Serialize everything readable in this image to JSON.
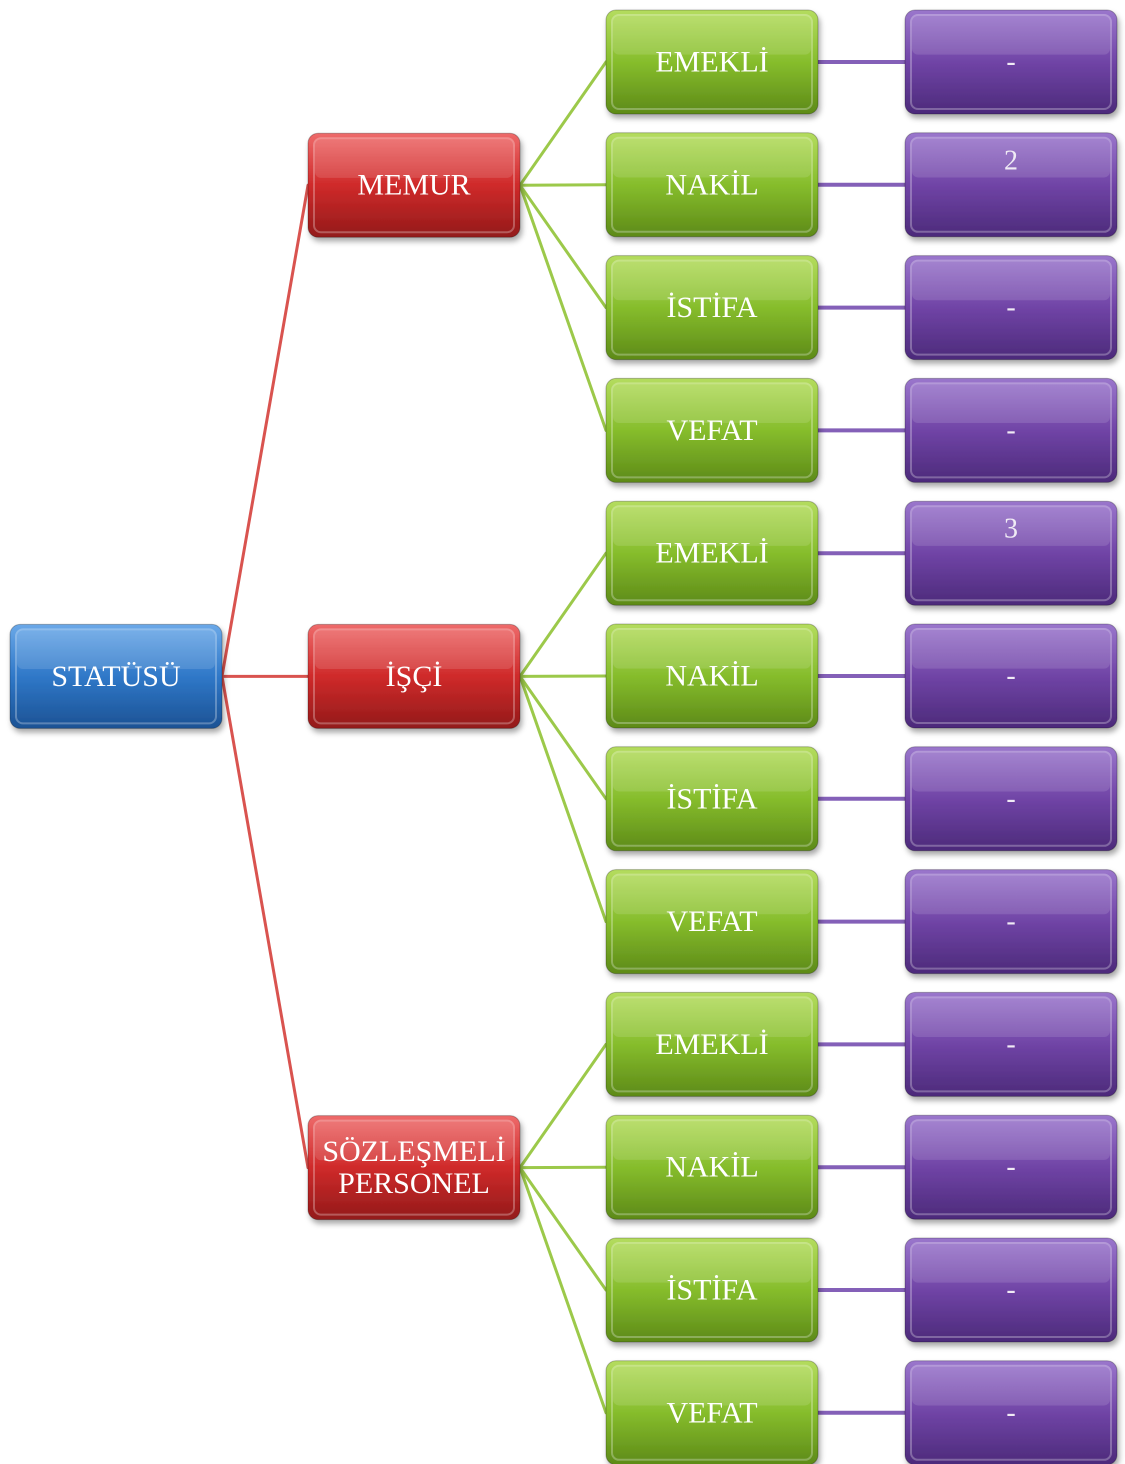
{
  "root": {
    "label": "STATÜSÜ"
  },
  "groups": [
    {
      "label_lines": [
        "MEMUR"
      ],
      "children": [
        {
          "label": "EMEKLİ",
          "value": "-"
        },
        {
          "label": "NAKİL",
          "value": "2"
        },
        {
          "label": "İSTİFA",
          "value": "-"
        },
        {
          "label": "VEFAT",
          "value": "-"
        }
      ]
    },
    {
      "label_lines": [
        "İŞÇİ"
      ],
      "children": [
        {
          "label": "EMEKLİ",
          "value": "3"
        },
        {
          "label": "NAKİL",
          "value": "-"
        },
        {
          "label": "İSTİFA",
          "value": "-"
        },
        {
          "label": "VEFAT",
          "value": "-"
        }
      ]
    },
    {
      "label_lines": [
        "SÖZLEŞMELİ",
        "PERSONEL"
      ],
      "children": [
        {
          "label": "EMEKLİ",
          "value": "-"
        },
        {
          "label": "NAKİL",
          "value": "-"
        },
        {
          "label": "İSTİFA",
          "value": "-"
        },
        {
          "label": "VEFAT",
          "value": "-"
        }
      ]
    }
  ],
  "colors": {
    "root": "#2f78c8",
    "group": "#cf2a2a",
    "child": "#86bd2c",
    "value": "#7044a6",
    "group_connector": "#d9534f",
    "child_connector": "#9cc94a",
    "value_connector": "#8460b8"
  }
}
